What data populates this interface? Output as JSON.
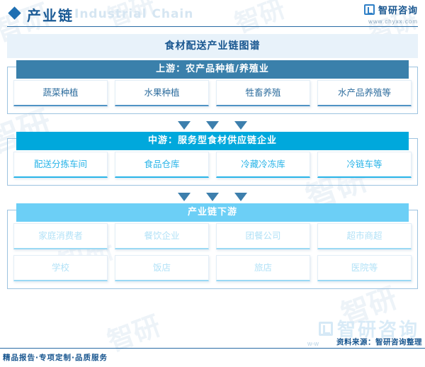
{
  "header": {
    "title": "产业链",
    "subtitle_watermark": "Industrial Chain",
    "brand_name": "智研咨询",
    "brand_url": "www.chyxx.com",
    "diamond_icon": "diamond-icon",
    "accent_color": "#1b5b96"
  },
  "figure": {
    "title": "食材配送产业链图谱",
    "title_bg": "#e8f2fa",
    "sections": [
      {
        "key": "upstream",
        "band_label": "上游：农产品种植/养殖业",
        "band_color": "#3a80ab",
        "rows": [
          [
            "蔬菜种植",
            "水果种植",
            "牲畜养殖",
            "水产品养殖等"
          ]
        ]
      },
      {
        "key": "midstream",
        "band_label": "中游：服务型食材供应链企业",
        "band_color": "#00a8dc",
        "rows": [
          [
            "配送分拣车间",
            "食品仓库",
            "冷藏冷冻库",
            "冷链车等"
          ]
        ]
      },
      {
        "key": "downstream",
        "band_label": "产业链下游",
        "band_color": "#6ccff6",
        "rows": [
          [
            "家庭消费者",
            "餐饮企业",
            "团餐公司",
            "超市商超"
          ],
          [
            "学校",
            "饭店",
            "旅店",
            "医院等"
          ]
        ]
      }
    ],
    "connector_arrow_count": 3
  },
  "watermark": {
    "brand": "智研咨询",
    "tiles": [
      "智研",
      "智研",
      "智研",
      "智研",
      "智研",
      "智研"
    ]
  },
  "footer": {
    "left": "精品报告·专项定制·品质服务",
    "source": "资料来源：智研咨询整理",
    "ww": "w-w"
  }
}
